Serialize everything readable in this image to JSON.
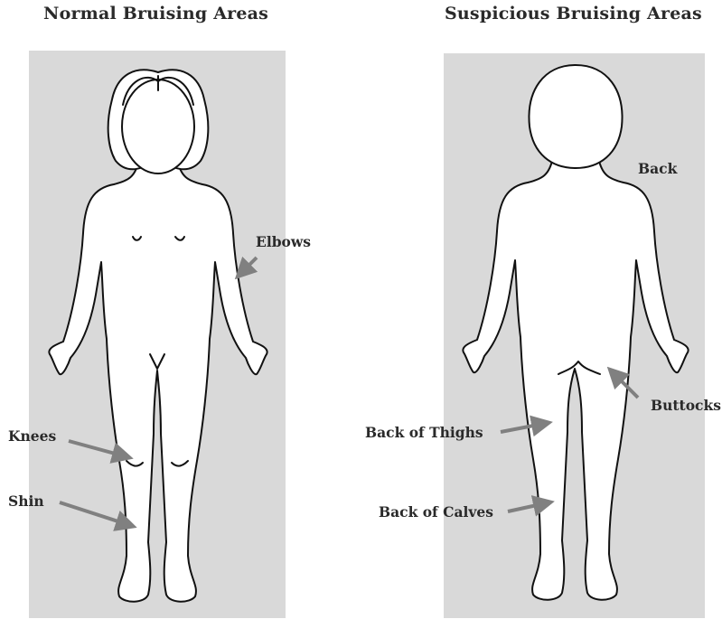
{
  "normal_panel": {
    "title": "Normal Bruising Areas",
    "labels": {
      "elbows": "Elbows",
      "knees": "Knees",
      "shin": "Shin"
    }
  },
  "suspicious_panel": {
    "title": "Suspicious Bruising Areas",
    "labels": {
      "back": "Back",
      "buttocks": "Buttocks",
      "back_of_thighs": "Back of Thighs",
      "back_of_calves": "Back of Calves"
    }
  },
  "colors": {
    "panel_background": "#d9d9d9",
    "body_fill": "#ffffff",
    "outline": "#111111",
    "arrow": "#808080",
    "text": "#2a2a2a"
  }
}
